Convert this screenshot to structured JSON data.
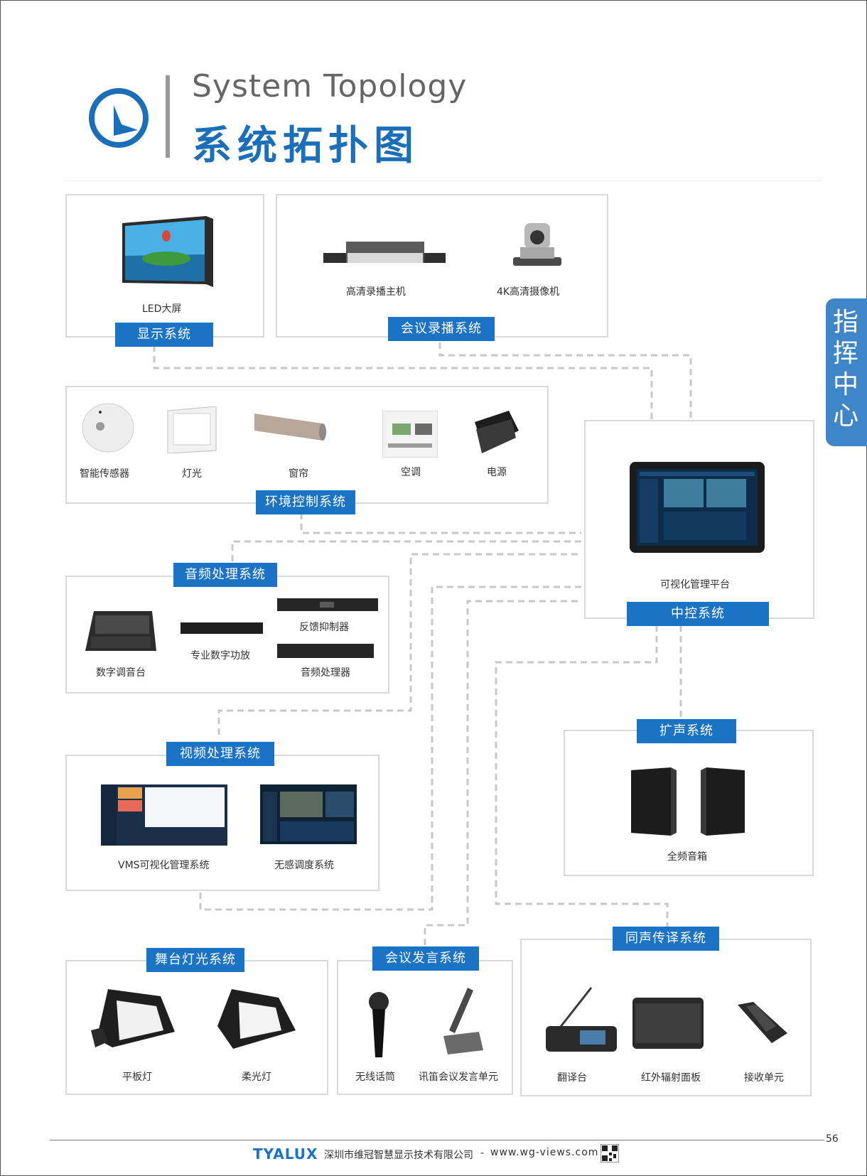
{
  "header": {
    "title_en": "System Topology",
    "title_zh": "系统拓扑图"
  },
  "side_tab": {
    "label": "指挥中心"
  },
  "systems": {
    "display": {
      "label": "显示系统",
      "devices": [
        "LED大屏"
      ]
    },
    "recording": {
      "label": "会议录播系统",
      "devices": [
        "高清录播主机",
        "4K高清摄像机"
      ]
    },
    "environment": {
      "label": "环境控制系统",
      "devices": [
        "智能传感器",
        "灯光",
        "窗帘",
        "空调",
        "电源"
      ]
    },
    "audio": {
      "label": "音频处理系统",
      "devices": [
        "数字调音台",
        "专业数字功放",
        "反馈抑制器",
        "音频处理器"
      ]
    },
    "central": {
      "label": "中控系统",
      "devices": [
        "可视化管理平台"
      ]
    },
    "video": {
      "label": "视频处理系统",
      "devices": [
        "VMS可视化管理系统",
        "无感调度系统"
      ]
    },
    "pa": {
      "label": "扩声系统",
      "devices": [
        "全频音箱"
      ]
    },
    "stage": {
      "label": "舞台灯光系统",
      "devices": [
        "平板灯",
        "柔光灯"
      ]
    },
    "speech": {
      "label": "会议发言系统",
      "devices": [
        "无线话筒",
        "讯笛会议发言单元"
      ]
    },
    "interp": {
      "label": "同声传译系统",
      "devices": [
        "翻译台",
        "红外辐射面板",
        "接收单元"
      ]
    }
  },
  "footer": {
    "brand": "TYALUX",
    "company": "深圳市维冠智慧显示技术有限公司",
    "separator": "-",
    "website": "www.wg-views.com",
    "page_number": "56"
  },
  "colors": {
    "accent": "#1a73c4",
    "side_tab": "#3f86c9",
    "border": "#d9d9d9",
    "link": "#c8c8c8"
  }
}
